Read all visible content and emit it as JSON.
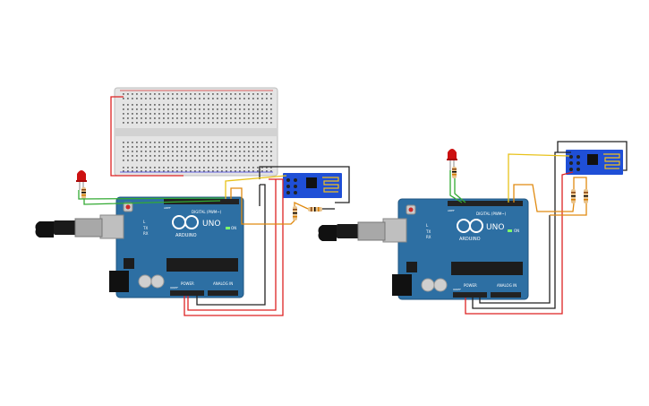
{
  "circuits": [
    {
      "id": "left",
      "board": {
        "brand": "ARDUINO",
        "model": "UNO",
        "labels": {
          "digital": "DIGITAL (PWM~)",
          "analog": "ANALOG IN",
          "power": "POWER",
          "on": "ON",
          "tx": "TX",
          "rx": "RX",
          "l": "L",
          "ioref": "IOREF",
          "aref": "AREF"
        }
      },
      "has_breadboard": true,
      "led_color": "#cc1111",
      "module": "esp8266-wifi-module"
    },
    {
      "id": "right",
      "board": {
        "brand": "ARDUINO",
        "model": "UNO",
        "labels": {
          "digital": "DIGITAL (PWM~)",
          "analog": "ANALOG IN",
          "power": "POWER",
          "on": "ON",
          "tx": "TX",
          "rx": "RX",
          "l": "L",
          "ioref": "IOREF",
          "aref": "AREF"
        }
      },
      "has_breadboard": false,
      "led_color": "#cc1111",
      "module": "esp8266-wifi-module"
    }
  ],
  "colors": {
    "board": "#2d6fa3",
    "board_dark": "#1f5580",
    "header": "#222222",
    "wire_red": "#dd2222",
    "wire_black": "#222222",
    "wire_yellow": "#e8c21a",
    "wire_orange": "#e08a10",
    "wire_green": "#33aa33",
    "breadboard": "#e6e6e6",
    "module_blue": "#1f4fd6",
    "usb_grey": "#a8a8a8"
  }
}
